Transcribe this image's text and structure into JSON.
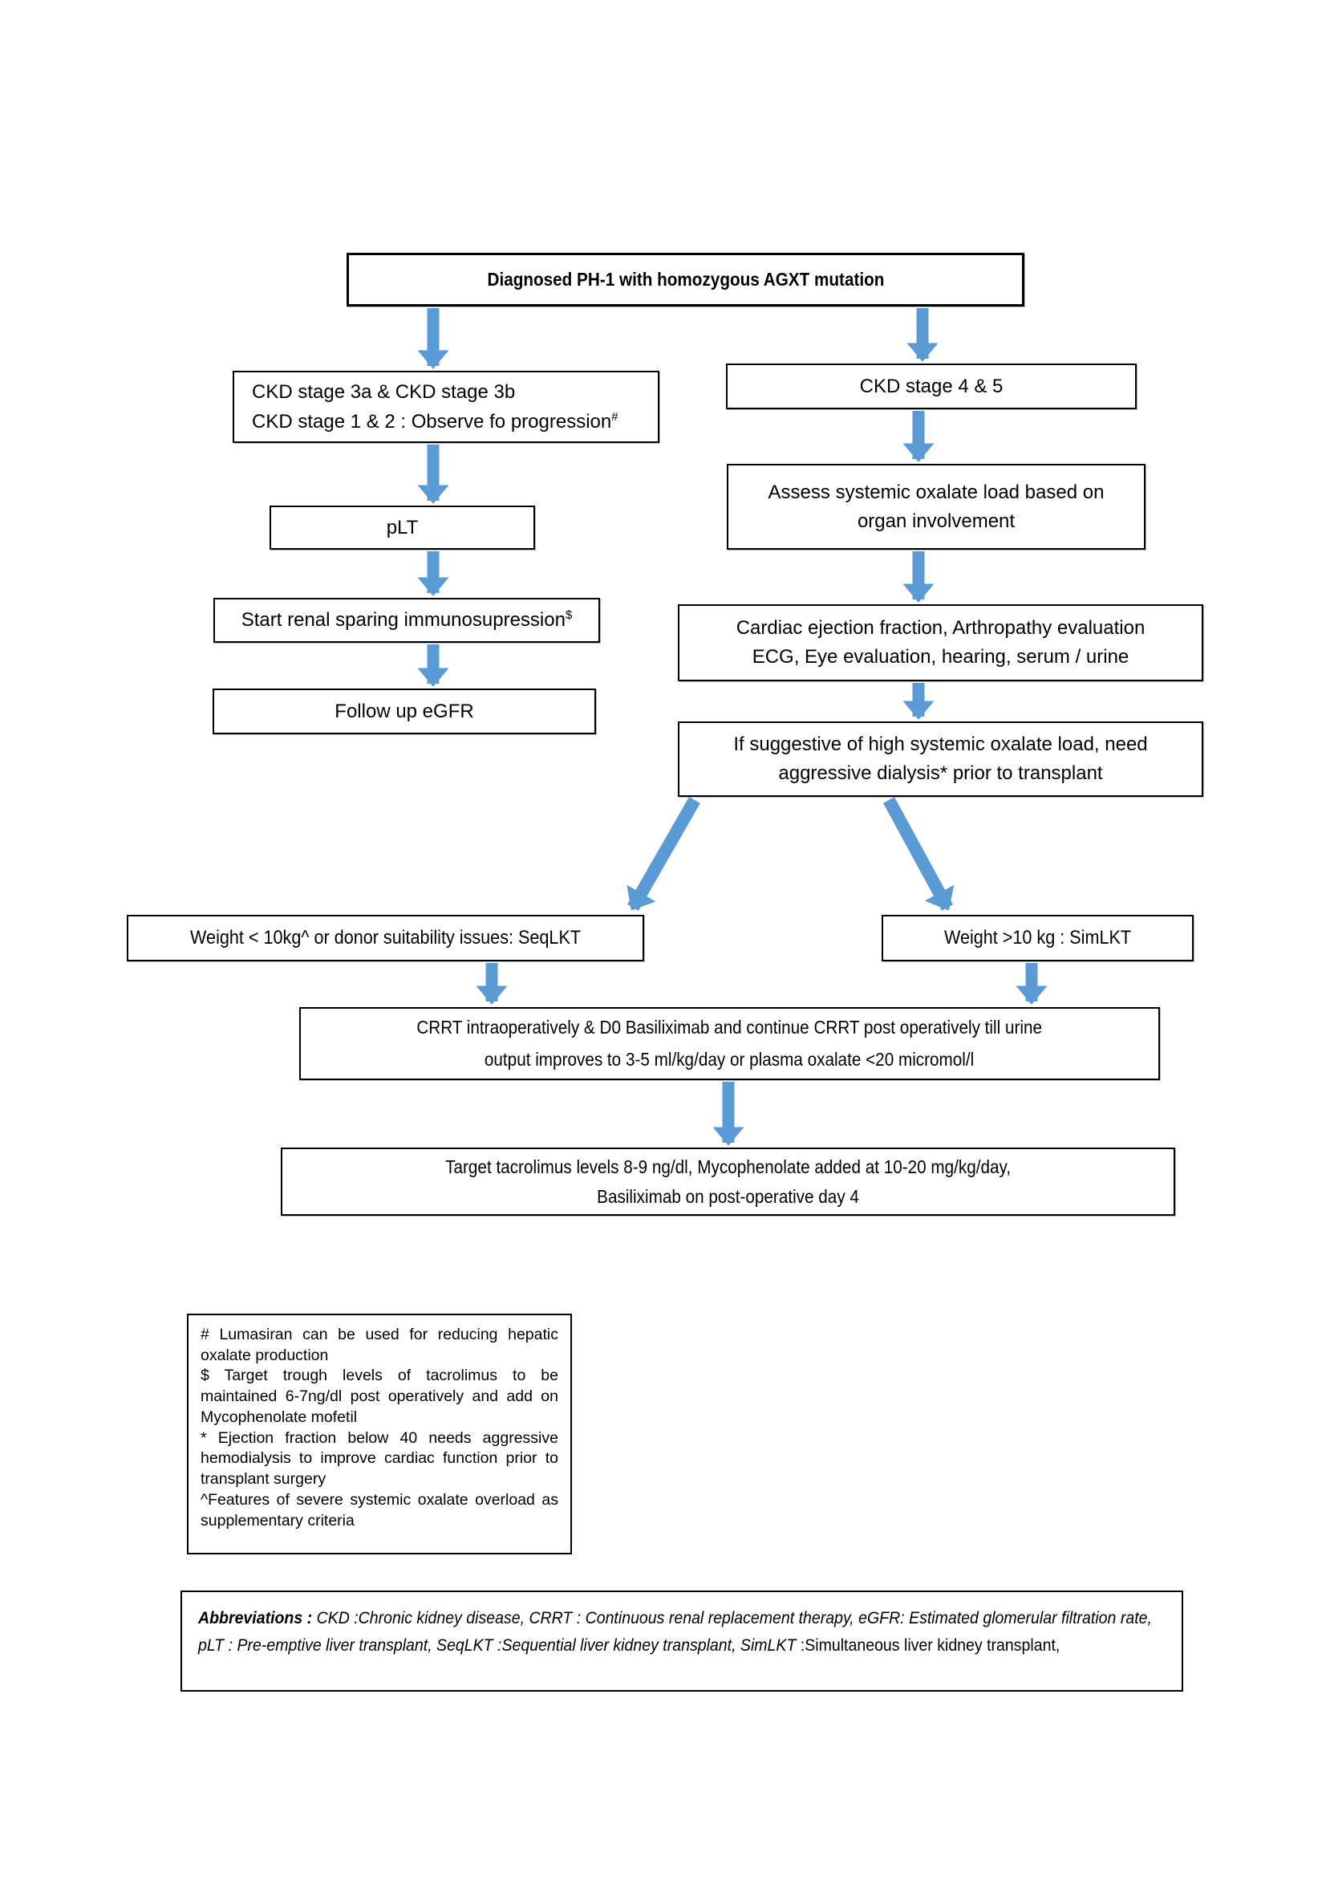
{
  "nodes": {
    "diagnosis": {
      "text": "Diagnosed PH-1 with homozygous AGXT mutation"
    },
    "ckd_early": {
      "line1": "CKD stage 3a & CKD stage 3b",
      "line2": "CKD stage 1 & 2 : Observe fo progression",
      "superscript": "#"
    },
    "plt": {
      "text": "pLT"
    },
    "immunosuppression": {
      "text": "Start renal sparing immunosupression",
      "superscript": "$"
    },
    "egfr": {
      "text": "Follow up eGFR"
    },
    "ckd_late": {
      "text": "CKD stage 4 & 5"
    },
    "assess": {
      "line1": "Assess systemic oxalate load based on",
      "line2": "organ involvement"
    },
    "evaluation": {
      "line1": "Cardiac ejection fraction, Arthropathy evaluation",
      "line2": "ECG, Eye evaluation, hearing, serum / urine"
    },
    "dialysis": {
      "line1": "If suggestive of high systemic oxalate load, need",
      "line2": "aggressive dialysis* prior to transplant"
    },
    "seqlkt": {
      "text": "Weight < 10kg^ or donor suitability issues: SeqLKT"
    },
    "simlkt": {
      "text": "Weight >10 kg : SimLKT"
    },
    "crrt": {
      "line1": "CRRT intraoperatively & D0 Basiliximab and continue CRRT post operatively till urine",
      "line2": "output improves to 3-5 ml/kg/day or plasma oxalate <20 micromol/l"
    },
    "tacrolimus": {
      "line1": "Target tacrolimus levels 8-9 ng/dl, Mycophenolate added at 10-20 mg/kg/day,",
      "line2": "Basiliximab on post-operative day 4"
    }
  },
  "footnotes": {
    "items": [
      "#  Lumasiran can be used for reducing hepatic oxalate production",
      "$ Target trough levels of tacrolimus to be maintained 6-7ng/dl post operatively and add on Mycophenolate mofetil",
      "* Ejection fraction below 40 needs aggressive hemodialysis to improve cardiac function prior to transplant surgery",
      "^Features of severe systemic oxalate overload as supplementary criteria"
    ]
  },
  "abbreviations": {
    "label": "Abbreviations :",
    "italic_text": " CKD :Chronic kidney disease, CRRT : Continuous renal replacement therapy,  eGFR: Estimated glomerular filtration rate, pLT : Pre-emptive liver transplant, SeqLKT :Sequential liver kidney transplant, SimLKT ",
    "plain_text": ":Simultaneous liver kidney transplant,"
  },
  "colors": {
    "arrow": "#5B9BD5",
    "border": "#000000",
    "background": "#FFFFFF"
  }
}
